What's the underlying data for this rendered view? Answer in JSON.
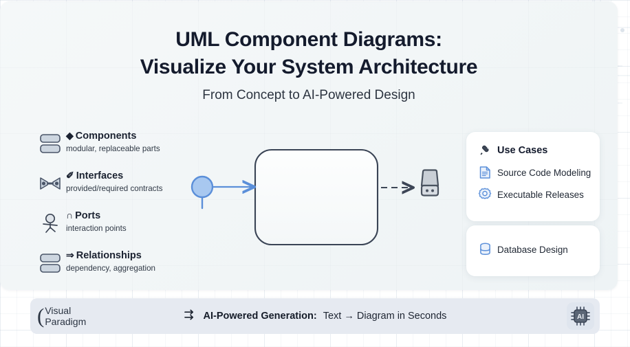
{
  "slide": {
    "title_line1": "UML Component Diagrams:",
    "title_line2": "Visualize Your System Architecture",
    "subtitle": "From Concept to AI-Powered Design"
  },
  "features": [
    {
      "bullet": "◆",
      "title": "Components",
      "desc": "modular, replaceable parts",
      "icon": "stacked-rectangles-icon"
    },
    {
      "bullet": "✐",
      "title": "Interfaces",
      "desc": "provided/required contracts",
      "icon": "ball-and-socket-icon"
    },
    {
      "bullet": "∩",
      "title": "Ports",
      "desc": "interaction points",
      "icon": "actor-icon"
    },
    {
      "bullet": "⇒",
      "title": "Relationships",
      "desc": "dependency, aggregation",
      "icon": "stacked-rectangles-icon"
    }
  ],
  "diagram": {
    "provided_interface_icon": "lollipop-interface-icon",
    "component_box": "",
    "dependency_arrow": "dashed-arrow",
    "robot_icon": "robot-icon"
  },
  "cards": {
    "use_cases": {
      "header": "Use Cases",
      "header_icon": "pen-icon",
      "items": [
        {
          "label": "Source Code Modeling",
          "icon": "document-icon"
        },
        {
          "label": "Executable Releases",
          "icon": "gear-icon"
        }
      ]
    },
    "database": {
      "items": [
        {
          "label": "Database Design",
          "icon": "database-icon"
        }
      ]
    }
  },
  "footer": {
    "logo_line1": "Visual",
    "logo_line2": "Paradigm",
    "logo_mark": "(",
    "center_icon": "transform-arrows-icon",
    "center_strong": "AI-Powered Generation:",
    "center_rest": "Text → Diagram in Seconds",
    "chip_label": "AI",
    "chip_icon": "ai-chip-icon"
  },
  "colors": {
    "accent_blue": "#5b8fd9",
    "accent_blue_light": "#a8c8f0",
    "ink": "#141b2d",
    "slate": "#4a5568",
    "footer_bg": "#e6eaf1"
  }
}
